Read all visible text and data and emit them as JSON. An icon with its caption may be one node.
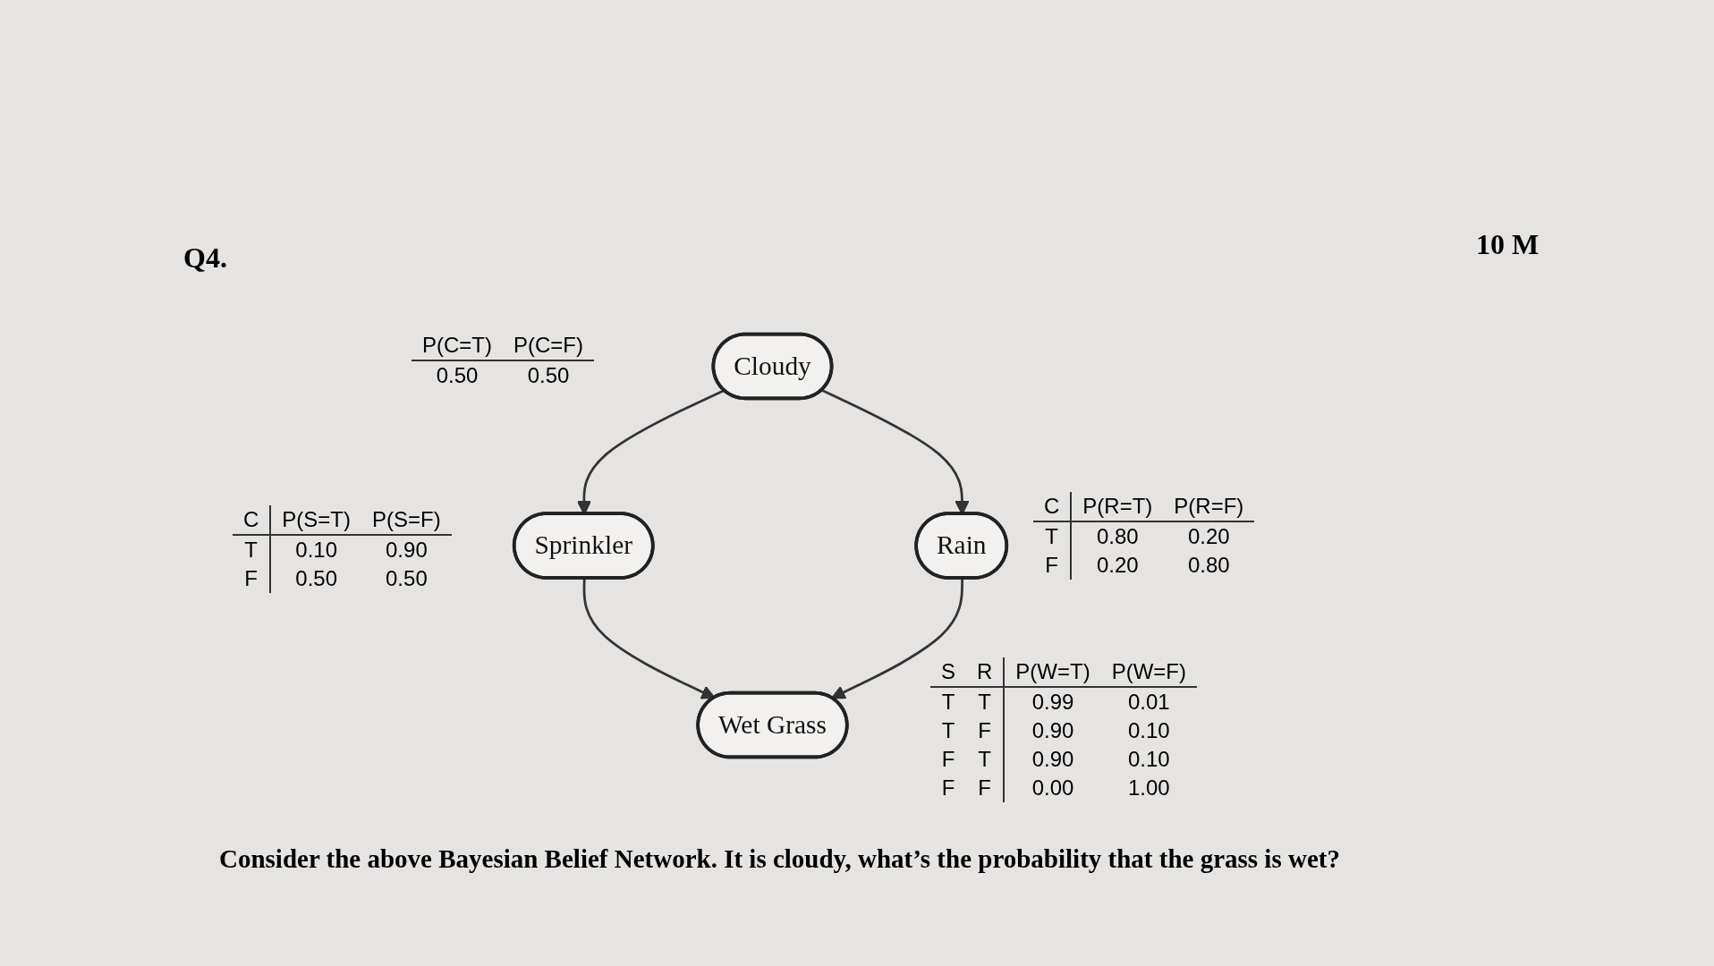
{
  "diagram": {
    "title": "Q4.",
    "caption": "Consider the above Bayesian Belief Network. It is cloudy, what’s the probability that the grass is wet?",
    "nodes": [
      {
        "text": [
          "Cloudy"
        ]
      },
      {
        "text": [
          "Sprinkler"
        ]
      },
      {
        "text": [
          "Rain"
        ]
      },
      {
        "text": [
          "Wet Grass"
        ]
      }
    ],
    "edges": [
      {
        "from": 0,
        "to": 1,
        "arrow": "to"
      },
      {
        "from": 0,
        "to": 2,
        "arrow": "to"
      },
      {
        "from": 1,
        "to": 3,
        "arrow": "to"
      },
      {
        "from": 2,
        "to": 3,
        "arrow": "to"
      }
    ],
    "labels": [
      "10 M",
      "P(C=T)",
      "P(C=F)",
      "0.50",
      "0.50",
      "C",
      "P(S=T)",
      "P(S=F)",
      "T",
      "0.10",
      "0.90",
      "F",
      "0.50",
      "0.50",
      "C",
      "P(R=T)",
      "P(R=F)",
      "T",
      "0.80",
      "0.20",
      "F",
      "0.20",
      "0.80",
      "S",
      "R",
      "P(W=T)",
      "P(W=F)",
      "T",
      "T",
      "0.99",
      "0.01",
      "T",
      "F",
      "0.90",
      "0.10",
      "F",
      "T",
      "0.90",
      "0.10",
      "F",
      "F",
      "0.00",
      "1.00"
    ]
  }
}
